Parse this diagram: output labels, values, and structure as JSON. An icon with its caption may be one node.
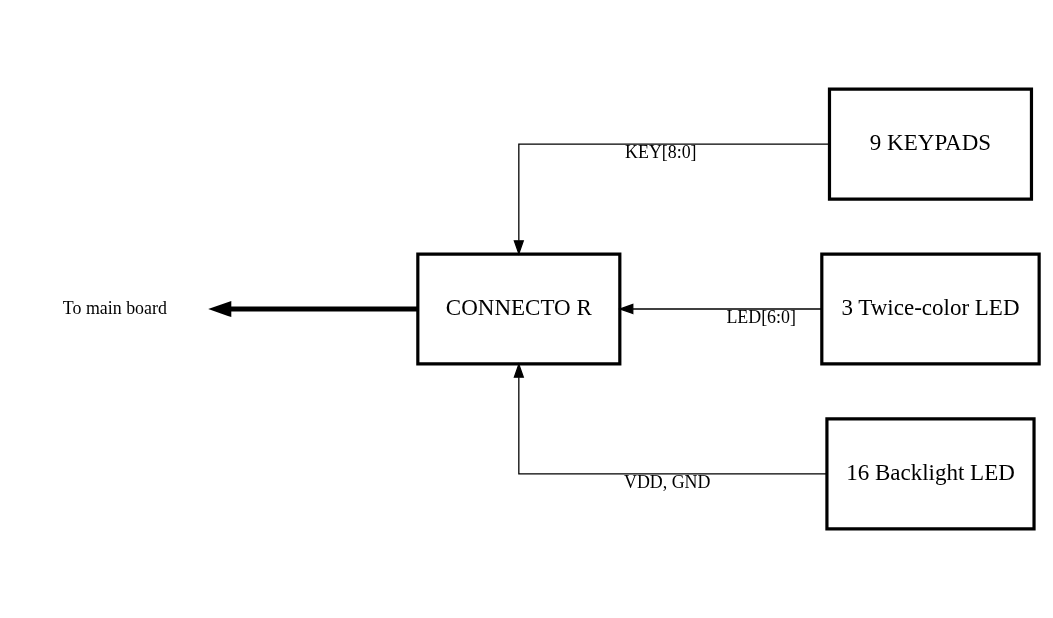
{
  "diagram": {
    "nodes": [
      {
        "text": [
          "To main board"
        ]
      },
      {
        "text": [
          "CONNECTO R"
        ]
      },
      {
        "text": [
          "9 KEYPADS"
        ]
      },
      {
        "text": [
          "3 Twice-color LED"
        ]
      },
      {
        "text": [
          "16 Backlight LED"
        ]
      }
    ],
    "edges": [
      {
        "from": 1,
        "to": 0,
        "arrow": "to",
        "style": "thick"
      },
      {
        "from": 2,
        "to": 1,
        "arrow": "to",
        "label": "KEY[8:0]"
      },
      {
        "from": 3,
        "to": 1,
        "arrow": "to",
        "label": "LED[6:0]"
      },
      {
        "from": 4,
        "to": 1,
        "arrow": "to",
        "label": "VDD, GND"
      }
    ]
  }
}
